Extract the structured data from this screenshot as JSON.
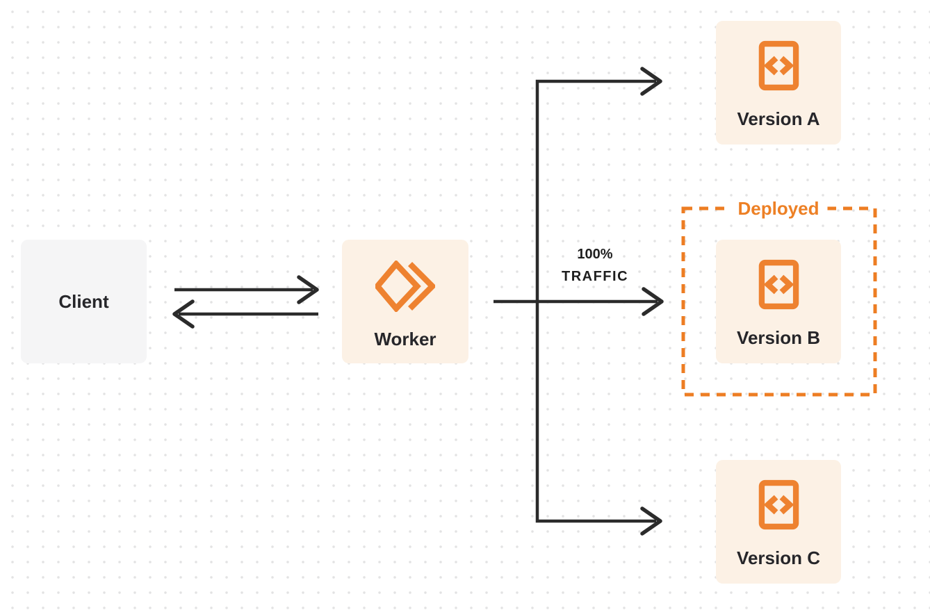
{
  "diagram": {
    "client": {
      "label": "Client"
    },
    "worker": {
      "label": "Worker"
    },
    "versions": [
      {
        "id": "a",
        "label": "Version A",
        "deployed": false
      },
      {
        "id": "b",
        "label": "Version B",
        "deployed": true
      },
      {
        "id": "c",
        "label": "Version C",
        "deployed": false
      }
    ],
    "deployed_badge": {
      "label": "Deployed"
    },
    "traffic": {
      "line1": "100%",
      "line2": "TRAFFIC"
    },
    "icons": {
      "worker_logo": "cloudflare-workers-logo-icon",
      "version": "code-file-icon"
    },
    "colors": {
      "accent_orange": "#EE8230",
      "deployed_orange": "#ED7D23",
      "node_cream": "#FCF1E5",
      "node_gray": "#F5F5F6",
      "arrow_dark": "#2B2B2B",
      "label_dark": "#26262A",
      "dot_grid": "#E2E2E3",
      "background": "#FFFFFF"
    }
  }
}
